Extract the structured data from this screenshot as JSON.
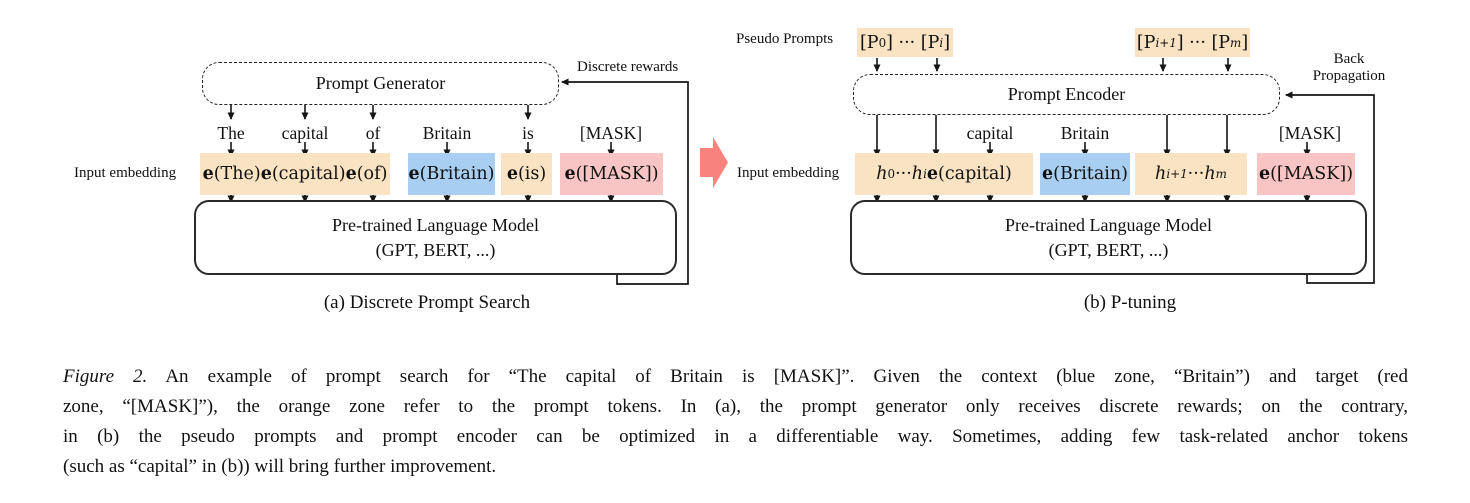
{
  "panel_a": {
    "input_embedding_label": "Input embedding",
    "generator_label": "Prompt Generator",
    "rewards_label": "Discrete rewards",
    "tokens": [
      "The",
      "capital",
      "of",
      "Britain",
      "is",
      "[MASK]"
    ],
    "embedding_boxes": {
      "prompt_left": [
        {
          "t": "e",
          "b": 1
        },
        {
          "t": "(The) "
        },
        {
          "t": "e",
          "b": 1
        },
        {
          "t": "(capital) "
        },
        {
          "t": "e",
          "b": 1
        },
        {
          "t": "(of)"
        }
      ],
      "context": [
        {
          "t": "e",
          "b": 1
        },
        {
          "t": "(Britain)"
        }
      ],
      "prompt_mid": [
        {
          "t": "e",
          "b": 1
        },
        {
          "t": "(is)"
        }
      ],
      "target": [
        {
          "t": "e",
          "b": 1
        },
        {
          "t": "([MASK])"
        }
      ]
    },
    "plm_line1": "Pre-trained Language Model",
    "plm_line2": "(GPT, BERT, ...)",
    "caption": "(a) Discrete Prompt Search"
  },
  "panel_b": {
    "pseudo_prompts_label": "Pseudo Prompts",
    "pseudo_prompt_group_1": [
      {
        "t": "[P"
      },
      {
        "sub": "0"
      },
      {
        "t": "] ··· [P"
      },
      {
        "sub": "i",
        "i": 1
      },
      {
        "t": "]"
      }
    ],
    "pseudo_prompt_group_2": [
      {
        "t": "[P"
      },
      {
        "sub": "i+1",
        "i": 1
      },
      {
        "t": "] ··· [P"
      },
      {
        "sub": "m",
        "i": 1
      },
      {
        "t": "]"
      }
    ],
    "encoder_label": "Prompt Encoder",
    "backprop_line1": "Back",
    "backprop_line2": "Propagation",
    "input_embedding_label": "Input embedding",
    "anchor_tokens": [
      "capital",
      "Britain",
      "[MASK]"
    ],
    "embedding_boxes": {
      "prompt_left": [
        {
          "t": "h",
          "i": 1
        },
        {
          "sub": "0"
        },
        {
          "t": " ··· "
        },
        {
          "t": "h",
          "i": 1
        },
        {
          "sub": "i",
          "i": 1
        },
        {
          "t": " "
        },
        {
          "t": "e",
          "b": 1
        },
        {
          "t": "(capital)"
        }
      ],
      "context": [
        {
          "t": "e",
          "b": 1
        },
        {
          "t": "(Britain)"
        }
      ],
      "prompt_right": [
        {
          "t": "h",
          "i": 1
        },
        {
          "sub": "i+1",
          "i": 1
        },
        {
          "t": " ··· "
        },
        {
          "t": "h",
          "i": 1
        },
        {
          "sub": "m",
          "i": 1
        }
      ],
      "target": [
        {
          "t": "e",
          "b": 1
        },
        {
          "t": "([MASK])"
        }
      ]
    },
    "plm_line1": "Pre-trained Language Model",
    "plm_line2": "(GPT, BERT, ...)",
    "caption": "(b) P-tuning"
  },
  "figure_caption": {
    "tag": "Figure 2.",
    "line1_rest": " An example of prompt search for “The capital of Britain is [MASK]”. Given the context (blue zone, “Britain”) and target (red",
    "line2": "zone, “[MASK]”), the orange zone refer to the prompt tokens. In (a), the prompt generator only receives discrete rewards; on the contrary,",
    "line3": "in (b) the pseudo prompts and prompt encoder can be optimized in a differentiable way. Sometimes, adding few task-related anchor tokens",
    "line4": "(such as “capital” in (b)) will bring further improvement."
  },
  "colors": {
    "prompt_zone": "#FAE3C2",
    "context_zone": "#A8CEF1",
    "target_zone": "#F9C5C4",
    "transition_arrow": "#F8837D",
    "wire": "#151515"
  }
}
